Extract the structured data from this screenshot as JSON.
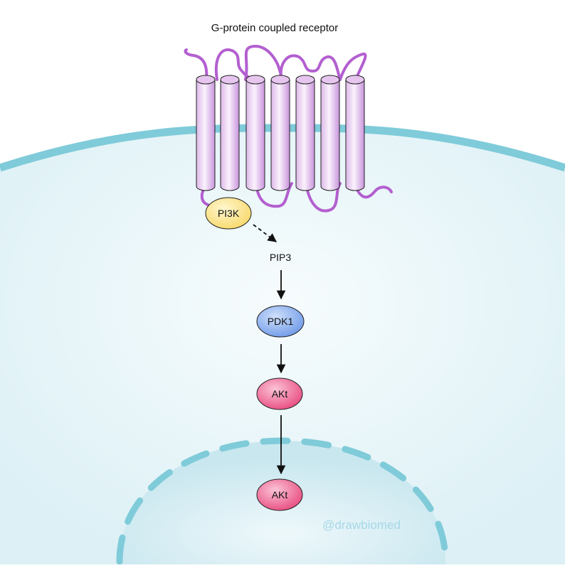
{
  "title": "G-protein coupled receptor",
  "nodes": {
    "pi3k": "PI3K",
    "pip3": "PIP3",
    "pdk1": "PDK1",
    "akt_cytoplasm": "AKt",
    "akt_nucleus": "AKt"
  },
  "watermark": "@drawbiomed",
  "colors": {
    "membrane": "#7fcbd9",
    "cytoplasm": "#e9f5f9",
    "nucleus": "#d2ecf2",
    "receptor": "#b35fd0",
    "pi3k": "#fbe48c",
    "pdk1": "#7fa8ee",
    "akt": "#ee5f8e",
    "watermark": "#a6d8e6"
  }
}
